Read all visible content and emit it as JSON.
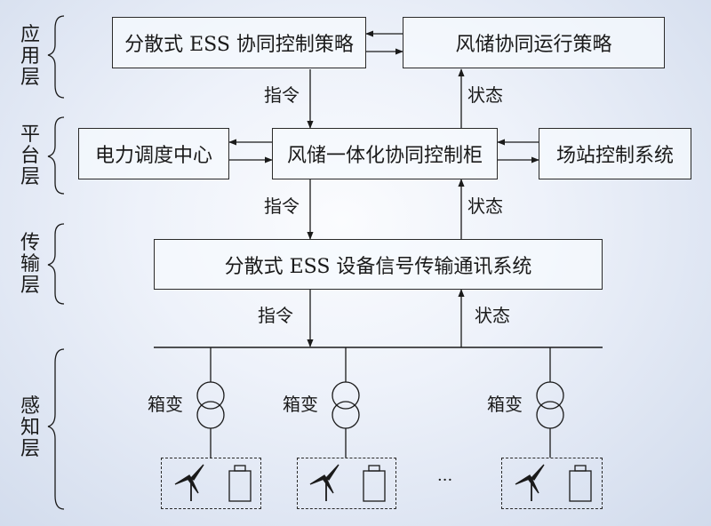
{
  "layers": {
    "application": "应用层",
    "platform": "平台层",
    "transmission": "传输层",
    "perception": "感知层"
  },
  "boxes": {
    "distributed_ess": "分散式 ESS 协同控制策略",
    "wind_storage_strategy": "风储协同运行策略",
    "dispatch_center": "电力调度中心",
    "cabinet": "风储一体化协同控制柜",
    "station_control": "场站控制系统",
    "comm_system": "分散式 ESS 设备信号传输通讯系统"
  },
  "labels": {
    "command": "指令",
    "status": "状态",
    "box_transformer": "箱变",
    "ellipsis": "···"
  },
  "icons": [
    "wind-turbine-icon",
    "battery-icon",
    "transformer-icon",
    "curly-brace-icon"
  ]
}
